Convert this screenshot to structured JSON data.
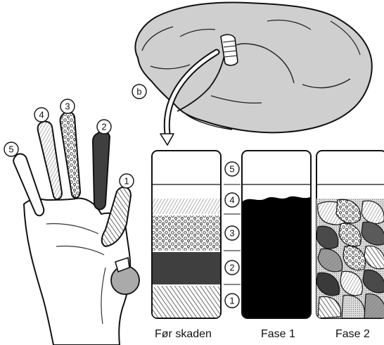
{
  "brain": {
    "label": "b"
  },
  "finger_labels": [
    "5",
    "4",
    "3",
    "2",
    "1"
  ],
  "layer_labels": [
    "5",
    "4",
    "3",
    "2",
    "1"
  ],
  "captions": {
    "before": "Før skaden",
    "phase1": "Fase 1",
    "phase2": "Fase 2"
  },
  "colors": {
    "ink": "#111111",
    "brain_fill": "#cfcfcf",
    "dark_fill": "#3f3f3f",
    "phase1_fill": "#000000"
  },
  "icons": [
    "brain-illustration",
    "hand-illustration",
    "curved-arrow-icon",
    "hand-pointer-icon"
  ]
}
